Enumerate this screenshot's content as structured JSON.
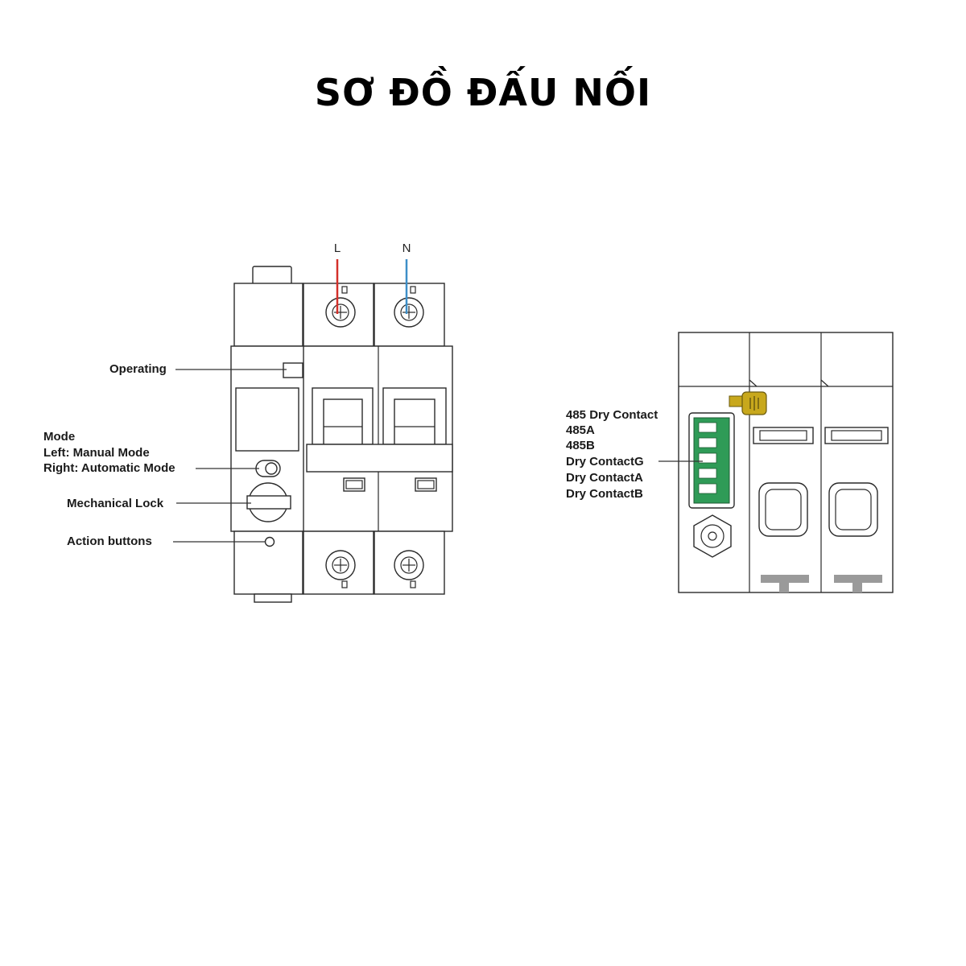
{
  "title": "SƠ ĐỒ ĐẤU NỐI",
  "colors": {
    "live": "#d3302a",
    "neutral": "#3d8fc8",
    "terminal_block": "#2f9b57",
    "tab": "#c8a81c",
    "rail": "#9a9a9a"
  },
  "wires": {
    "live": "L",
    "neutral": "N"
  },
  "left_labels": {
    "operating": "Operating",
    "mode_title": "Mode",
    "mode_left": "Left:  Manual Mode",
    "mode_right": "Right:  Automatic Mode",
    "mechanical_lock": "Mechanical Lock",
    "action_buttons": "Action buttons"
  },
  "right_labels": [
    "485 Dry Contact",
    "485A",
    "485B",
    "Dry ContactG",
    "Dry ContactA",
    "Dry ContactB"
  ]
}
